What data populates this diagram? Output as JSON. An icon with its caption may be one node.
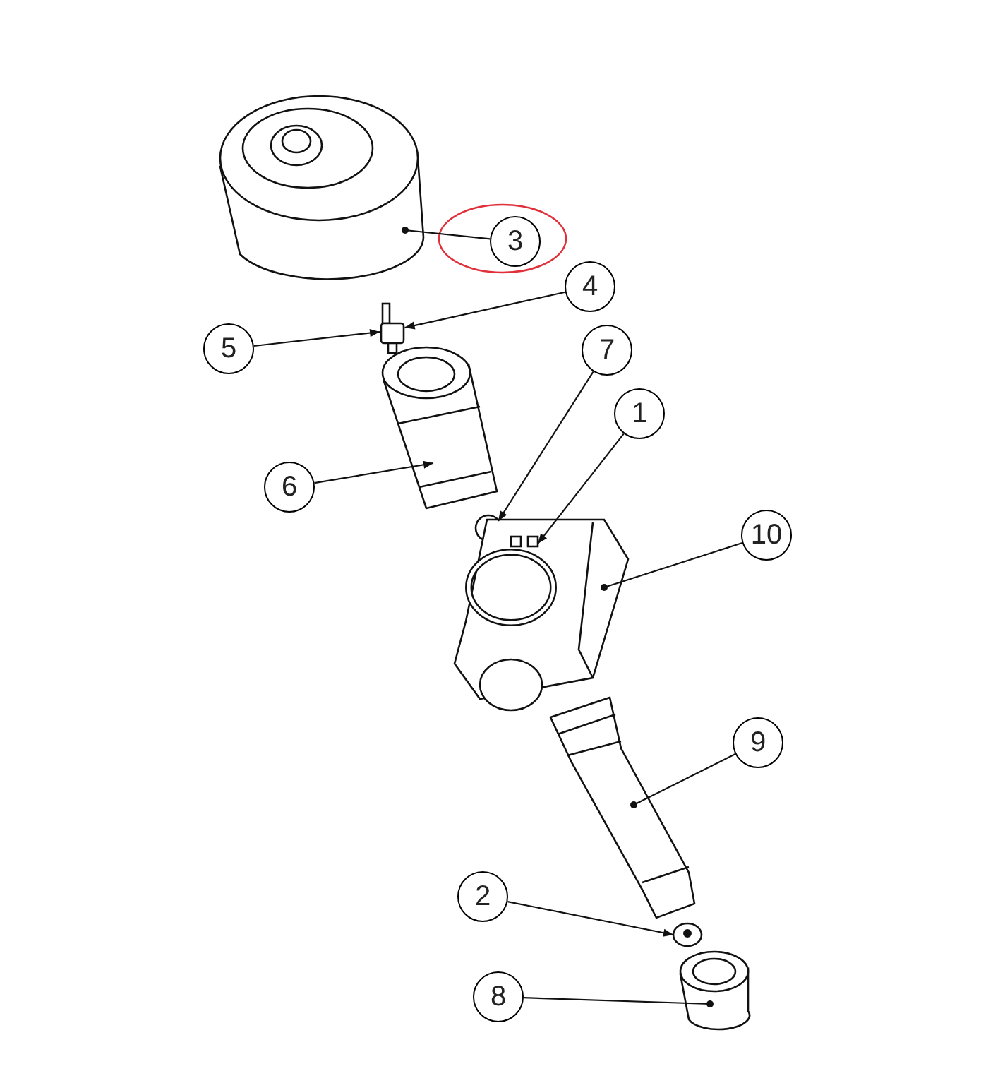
{
  "diagram": {
    "nodes": [
      {
        "text": [
          "3"
        ]
      },
      {
        "text": [
          "4"
        ]
      },
      {
        "text": [
          "5"
        ]
      },
      {
        "text": [
          "7"
        ]
      },
      {
        "text": [
          "1"
        ]
      },
      {
        "text": [
          "6"
        ]
      },
      {
        "text": [
          "10"
        ]
      },
      {
        "text": [
          "9"
        ]
      },
      {
        "text": [
          "2"
        ]
      },
      {
        "text": [
          "8"
        ]
      },
      {
        "text": [],
        "shape": "cylinder"
      },
      {
        "text": [],
        "shape": "picture"
      },
      {
        "text": [],
        "shape": "cylinder"
      },
      {
        "text": [],
        "shape": "circle"
      },
      {
        "text": [],
        "shape": "ring",
        "in": 15
      },
      {
        "text": [],
        "shape": "picture"
      },
      {
        "text": [],
        "shape": "picture"
      },
      {
        "text": [],
        "shape": "circle"
      },
      {
        "text": [],
        "shape": "cylinder"
      }
    ],
    "edges": [
      {
        "from": 0,
        "to": 10,
        "arrow": "other"
      },
      {
        "from": 1,
        "to": 11,
        "arrow": "to"
      },
      {
        "from": 2,
        "to": 11,
        "arrow": "to"
      },
      {
        "from": 3,
        "to": 13,
        "arrow": "to"
      },
      {
        "from": 4,
        "to": 14,
        "arrow": "to"
      },
      {
        "from": 5,
        "to": 12,
        "arrow": "to"
      },
      {
        "from": 6,
        "to": 15,
        "arrow": "other"
      },
      {
        "from": 7,
        "to": 16,
        "arrow": "other"
      },
      {
        "from": 8,
        "to": 17,
        "arrow": "to"
      },
      {
        "from": 9,
        "to": 18,
        "arrow": "other"
      }
    ]
  }
}
